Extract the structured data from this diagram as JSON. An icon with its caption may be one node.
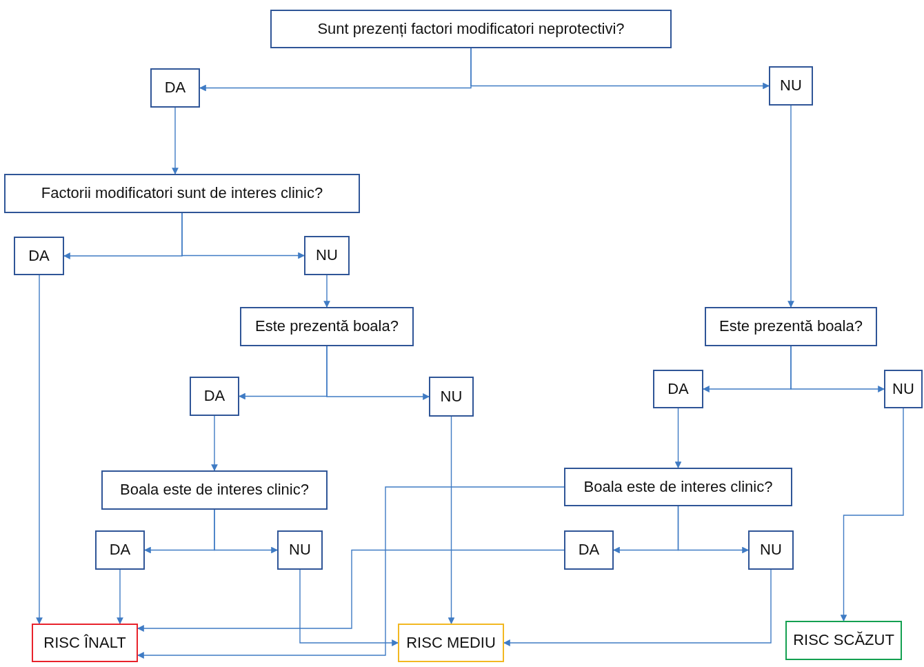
{
  "diagram": {
    "nodes": [
      {
        "text": [
          "Sunt prezenți factori modificatori neprotectivi?"
        ]
      },
      {
        "text": [
          "DA"
        ]
      },
      {
        "text": [
          "NU"
        ]
      },
      {
        "text": [
          "Factorii modificatori sunt de interes clinic?"
        ]
      },
      {
        "text": [
          "DA"
        ]
      },
      {
        "text": [
          "NU"
        ]
      },
      {
        "text": [
          "Este prezentă boala?"
        ]
      },
      {
        "text": [
          "Este prezentă boala?"
        ]
      },
      {
        "text": [
          "DA"
        ]
      },
      {
        "text": [
          "NU"
        ]
      },
      {
        "text": [
          "DA"
        ]
      },
      {
        "text": [
          "NU"
        ]
      },
      {
        "text": [
          "Boala este de interes clinic?"
        ]
      },
      {
        "text": [
          "Boala este de interes clinic?"
        ]
      },
      {
        "text": [
          "DA"
        ]
      },
      {
        "text": [
          "NU"
        ]
      },
      {
        "text": [
          "DA"
        ]
      },
      {
        "text": [
          "NU"
        ]
      },
      {
        "text": [
          "RISC ÎNALT"
        ]
      },
      {
        "text": [
          "RISC MEDIU"
        ]
      },
      {
        "text": [
          "RISC SCĂZUT"
        ]
      }
    ],
    "edges": [
      {
        "from": 0,
        "to": 1,
        "arrow": "to"
      },
      {
        "from": 0,
        "to": 2,
        "arrow": "to"
      },
      {
        "from": 1,
        "to": 3,
        "arrow": "to"
      },
      {
        "from": 3,
        "to": 4,
        "arrow": "to"
      },
      {
        "from": 3,
        "to": 5,
        "arrow": "to"
      },
      {
        "from": 4,
        "to": 18,
        "arrow": "to"
      },
      {
        "from": 5,
        "to": 6,
        "arrow": "to"
      },
      {
        "from": 6,
        "to": 8,
        "arrow": "to"
      },
      {
        "from": 6,
        "to": 9,
        "arrow": "to"
      },
      {
        "from": 8,
        "to": 12,
        "arrow": "to"
      },
      {
        "from": 9,
        "to": 19,
        "arrow": "to"
      },
      {
        "from": 12,
        "to": 14,
        "arrow": "to"
      },
      {
        "from": 12,
        "to": 15,
        "arrow": "to"
      },
      {
        "from": 14,
        "to": 18,
        "arrow": "to"
      },
      {
        "from": 15,
        "to": 19,
        "arrow": "to"
      },
      {
        "from": 2,
        "to": 7,
        "arrow": "to"
      },
      {
        "from": 7,
        "to": 10,
        "arrow": "to"
      },
      {
        "from": 7,
        "to": 11,
        "arrow": "to"
      },
      {
        "from": 10,
        "to": 13,
        "arrow": "to"
      },
      {
        "from": 13,
        "to": 16,
        "arrow": "to"
      },
      {
        "from": 13,
        "to": 17,
        "arrow": "to"
      },
      {
        "from": 16,
        "to": 18,
        "arrow": "to"
      },
      {
        "from": 17,
        "to": 19,
        "arrow": "to"
      },
      {
        "from": 11,
        "to": 20,
        "arrow": "to"
      },
      {
        "from": 13,
        "to": 18,
        "arrow": "to"
      }
    ]
  }
}
